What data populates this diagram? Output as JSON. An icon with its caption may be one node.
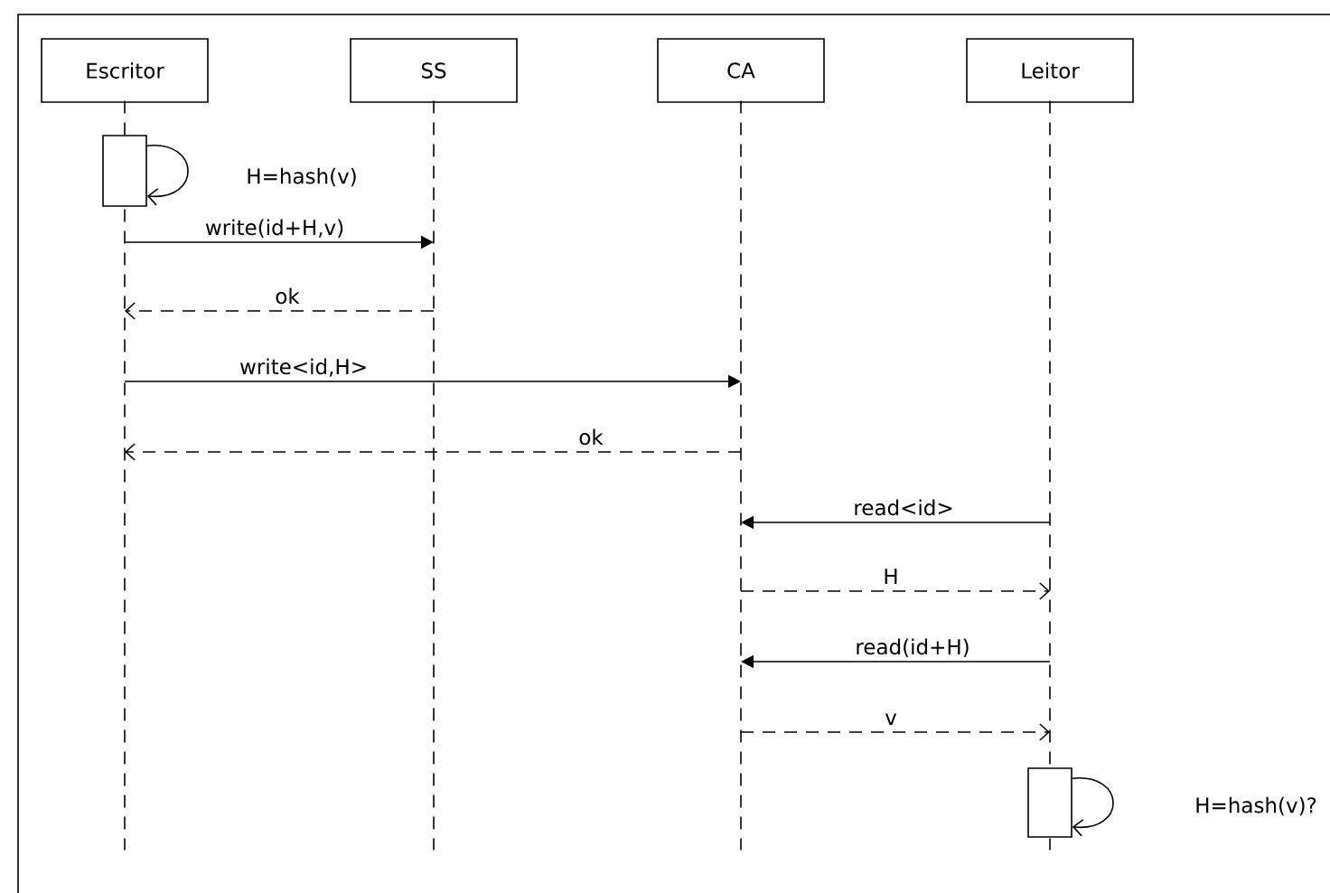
{
  "diagram": {
    "nodes": [
      {
        "text": [
          "Escritor"
        ]
      },
      {
        "text": [
          "SS"
        ]
      },
      {
        "text": [
          "CA"
        ]
      },
      {
        "text": [
          "Leitor"
        ]
      },
      {
        "text": [],
        "shape": "line"
      },
      {
        "text": [],
        "shape": "line"
      },
      {
        "text": [],
        "shape": "line"
      },
      {
        "text": [],
        "shape": "line"
      },
      {
        "text": [],
        "shape": "box"
      },
      {
        "text": [],
        "shape": "box"
      }
    ],
    "edges": [
      {
        "from": 8,
        "to": 8,
        "arrow": "to",
        "label": "H=hash(v)"
      },
      {
        "from": 4,
        "to": 5,
        "arrow": "to",
        "label": "write(id+H,v)"
      },
      {
        "from": 5,
        "to": 4,
        "arrow": "to",
        "label": "ok",
        "style": "dashed"
      },
      {
        "from": 4,
        "to": 6,
        "arrow": "to",
        "label": "write<id,H>"
      },
      {
        "from": 6,
        "to": 4,
        "arrow": "to",
        "label": "ok",
        "style": "dashed"
      },
      {
        "from": 7,
        "to": 6,
        "arrow": "to",
        "label": "read<id>"
      },
      {
        "from": 6,
        "to": 7,
        "arrow": "to",
        "label": "H",
        "style": "dashed"
      },
      {
        "from": 7,
        "to": 6,
        "arrow": "to",
        "label": "read(id+H)"
      },
      {
        "from": 6,
        "to": 7,
        "arrow": "to",
        "label": "v",
        "style": "dashed"
      },
      {
        "from": 9,
        "to": 9,
        "arrow": "to",
        "label": "H=hash(v)?"
      }
    ]
  }
}
